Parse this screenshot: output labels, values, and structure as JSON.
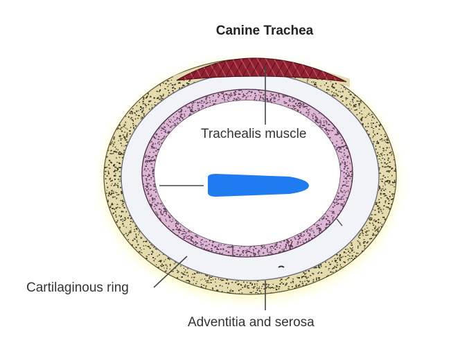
{
  "title": "Canine Trachea",
  "labels": {
    "trachealis": "Trachealis muscle",
    "cartilage": "Cartilaginous ring",
    "adventitia": "Adventitia and serosa"
  },
  "colors": {
    "adventitia_fill": "#e4dcae",
    "adventitia_stipple": "#3b3420",
    "yellow_glow": "#fffbc8",
    "cartilage": "#f2f3f8",
    "mucosa": "#dcb8d4",
    "mucosa_stipple": "#5c3c56",
    "muscle": "#8e2233",
    "muscle_stripe": "#c4505c",
    "leader": "#444444",
    "redaction": "#1e7cf0"
  }
}
